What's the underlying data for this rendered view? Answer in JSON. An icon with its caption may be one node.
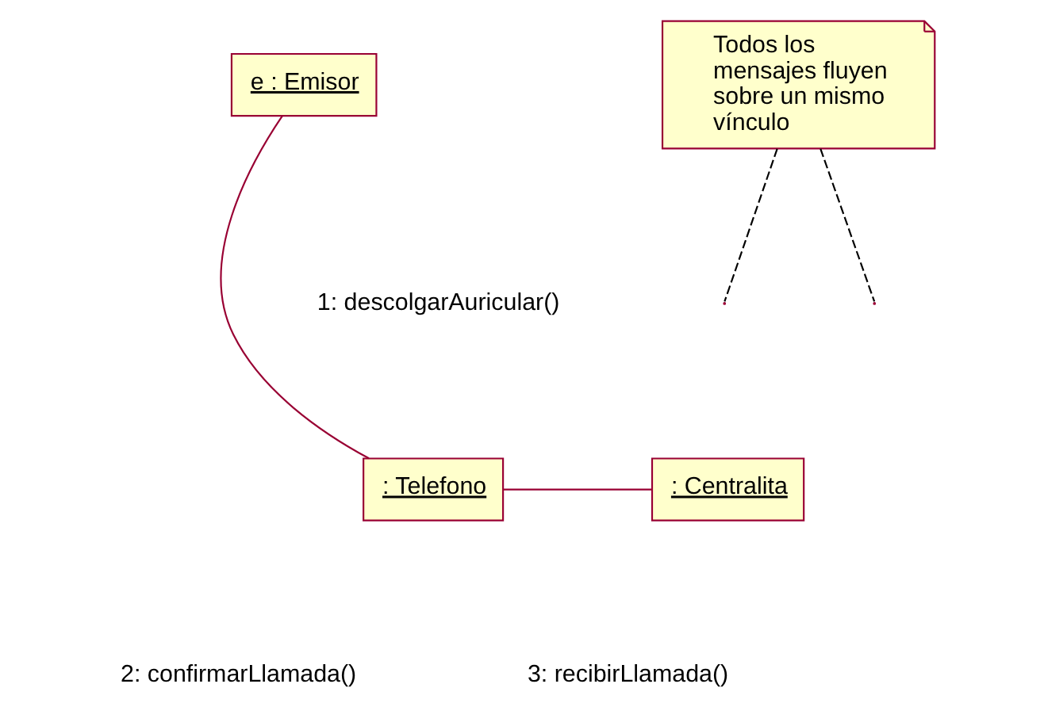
{
  "diagram": {
    "nodes": [
      {
        "text": [
          "e : Emisor"
        ]
      },
      {
        "text": [
          ": Telefono"
        ]
      },
      {
        "text": [
          ": Centralita"
        ]
      },
      {
        "text": [
          "Todos los mensajes fluyen sobre un mismo vínculo"
        ]
      }
    ],
    "edges": [
      {
        "from": 0,
        "to": 1,
        "arrow": "none"
      },
      {
        "from": 1,
        "to": 2,
        "arrow": "none"
      },
      {
        "from": 3,
        "to": null,
        "arrow": "none",
        "style": "dashed",
        "color": "#000000"
      },
      {
        "from": 3,
        "to": null,
        "arrow": "none",
        "style": "dashed",
        "color": "#000000"
      }
    ],
    "labels": [
      "1: descolgarAuricular()",
      "2: confirmarLlamada()",
      "3: recibirLlamada()"
    ]
  }
}
